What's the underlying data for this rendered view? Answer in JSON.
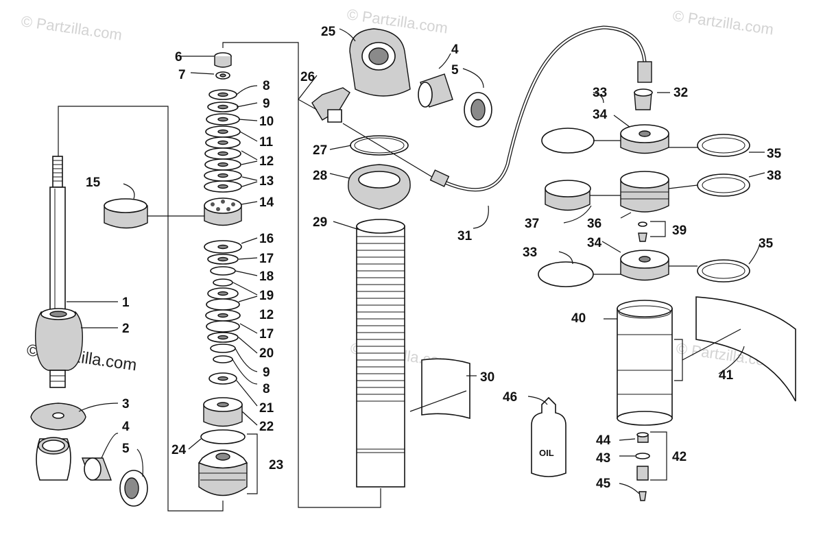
{
  "watermarks": {
    "top_left": "© Partzilla.com",
    "top_center": "© Partzilla.com",
    "top_right": "© Partzilla.com",
    "mid_center": "© Partzilla.com",
    "mid_right": "© Partzilla.com",
    "bottom_left_bold": "© Partzilla.com"
  },
  "oil_bottle_label": "OIL",
  "callouts": [
    {
      "id": "c1",
      "label": "1"
    },
    {
      "id": "c2",
      "label": "2"
    },
    {
      "id": "c3",
      "label": "3"
    },
    {
      "id": "c4a",
      "label": "4"
    },
    {
      "id": "c5a",
      "label": "5"
    },
    {
      "id": "c6",
      "label": "6"
    },
    {
      "id": "c7",
      "label": "7"
    },
    {
      "id": "c8a",
      "label": "8"
    },
    {
      "id": "c9a",
      "label": "9"
    },
    {
      "id": "c10",
      "label": "10"
    },
    {
      "id": "c11",
      "label": "11"
    },
    {
      "id": "c12a",
      "label": "12"
    },
    {
      "id": "c13",
      "label": "13"
    },
    {
      "id": "c14",
      "label": "14"
    },
    {
      "id": "c15",
      "label": "15"
    },
    {
      "id": "c16",
      "label": "16"
    },
    {
      "id": "c17a",
      "label": "17"
    },
    {
      "id": "c18",
      "label": "18"
    },
    {
      "id": "c19",
      "label": "19"
    },
    {
      "id": "c12b",
      "label": "12"
    },
    {
      "id": "c17b",
      "label": "17"
    },
    {
      "id": "c20",
      "label": "20"
    },
    {
      "id": "c9b",
      "label": "9"
    },
    {
      "id": "c8b",
      "label": "8"
    },
    {
      "id": "c21",
      "label": "21"
    },
    {
      "id": "c22",
      "label": "22"
    },
    {
      "id": "c23",
      "label": "23"
    },
    {
      "id": "c24",
      "label": "24"
    },
    {
      "id": "c25",
      "label": "25"
    },
    {
      "id": "c4b",
      "label": "4"
    },
    {
      "id": "c5b",
      "label": "5"
    },
    {
      "id": "c26",
      "label": "26"
    },
    {
      "id": "c27",
      "label": "27"
    },
    {
      "id": "c28",
      "label": "28"
    },
    {
      "id": "c29",
      "label": "29"
    },
    {
      "id": "c30",
      "label": "30"
    },
    {
      "id": "c31",
      "label": "31"
    },
    {
      "id": "c32",
      "label": "32"
    },
    {
      "id": "c33a",
      "label": "33"
    },
    {
      "id": "c34a",
      "label": "34"
    },
    {
      "id": "c35a",
      "label": "35"
    },
    {
      "id": "c38",
      "label": "38"
    },
    {
      "id": "c37",
      "label": "37"
    },
    {
      "id": "c36",
      "label": "36"
    },
    {
      "id": "c39",
      "label": "39"
    },
    {
      "id": "c34b",
      "label": "34"
    },
    {
      "id": "c33b",
      "label": "33"
    },
    {
      "id": "c35b",
      "label": "35"
    },
    {
      "id": "c40",
      "label": "40"
    },
    {
      "id": "c41",
      "label": "41"
    },
    {
      "id": "c46",
      "label": "46"
    },
    {
      "id": "c44",
      "label": "44"
    },
    {
      "id": "c43",
      "label": "43"
    },
    {
      "id": "c42",
      "label": "42"
    },
    {
      "id": "c45",
      "label": "45"
    }
  ]
}
